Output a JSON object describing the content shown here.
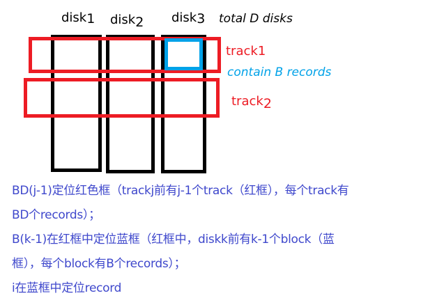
{
  "diagram": {
    "disks": [
      {
        "label": "disk",
        "index": "1"
      },
      {
        "label": "disk",
        "index": "2"
      },
      {
        "label": "disk",
        "index": "3"
      }
    ],
    "total_label": "total D disks",
    "tracks": [
      {
        "label": "track",
        "index": "1"
      },
      {
        "label": "track",
        "index": "2"
      }
    ],
    "block_label": "contain B records",
    "colors": {
      "disk": "#000000",
      "track": "#ed1c24",
      "block": "#00a2e8",
      "note": "#3f48cc"
    }
  },
  "notes": [
    "BD(j-1)定位红色框（trackj前有j-1个track（红框），每个track有",
    "BD个records）；",
    "B(k-1)在红框中定位蓝框（红框中，diskk前有k-1个block（蓝",
    "框），每个block有B个records）；",
    "i在蓝框中定位record"
  ]
}
